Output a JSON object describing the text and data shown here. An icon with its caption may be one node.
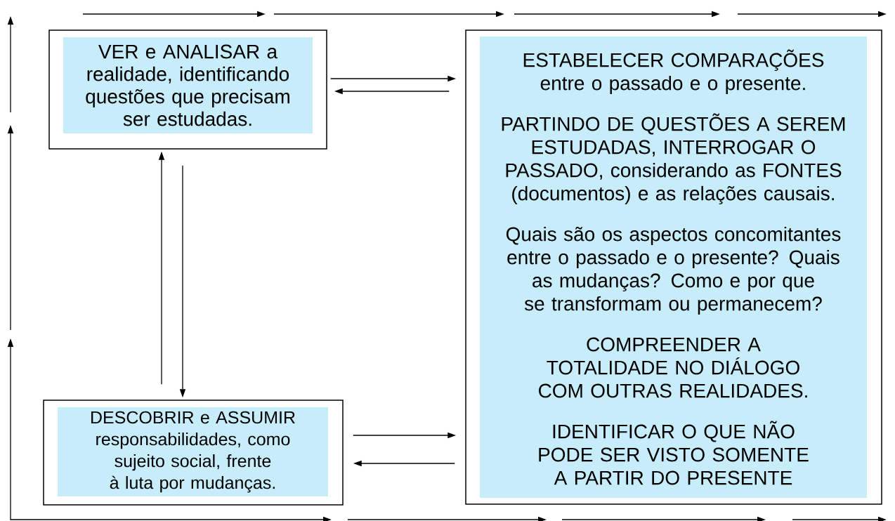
{
  "diagram": {
    "nodes": [
      {
        "text": [
          "VER e ANALISAR a realidade, identificando questões que precisam ser estudadas."
        ]
      },
      {
        "text": [
          "ESTABELECER COMPARAÇÕES entre o passado e o presente.",
          "PARTINDO DE QUESTÕES A SEREM ESTUDADAS, INTERROGAR O PASSADO, considerando as FONTES (documentos) e as relações causais.",
          "Quais são os aspectos concomitantes entre o passado e o presente? Quais as mudanças? Como e por que se transformam ou permanecem?",
          "COMPREENDER A TOTALIDADE NO DIÁLOGO COM OUTRAS REALIDADES.",
          "IDENTIFICAR O QUE NÃO PODE SER VISTO SOMENTE A PARTIR DO PRESENTE"
        ]
      },
      {
        "text": [
          "DESCOBRIR e ASSUMIR responsabilidades, como sujeito social, frente à luta por mudanças."
        ]
      }
    ],
    "edges": [
      {
        "from": 0,
        "to": 1,
        "arrow": "to"
      },
      {
        "from": 1,
        "to": 0,
        "arrow": "to"
      },
      {
        "from": 0,
        "to": 2,
        "arrow": "to"
      },
      {
        "from": 2,
        "to": 0,
        "arrow": "to"
      },
      {
        "from": 2,
        "to": 1,
        "arrow": "to"
      },
      {
        "from": 1,
        "to": 2,
        "arrow": "to"
      }
    ]
  }
}
